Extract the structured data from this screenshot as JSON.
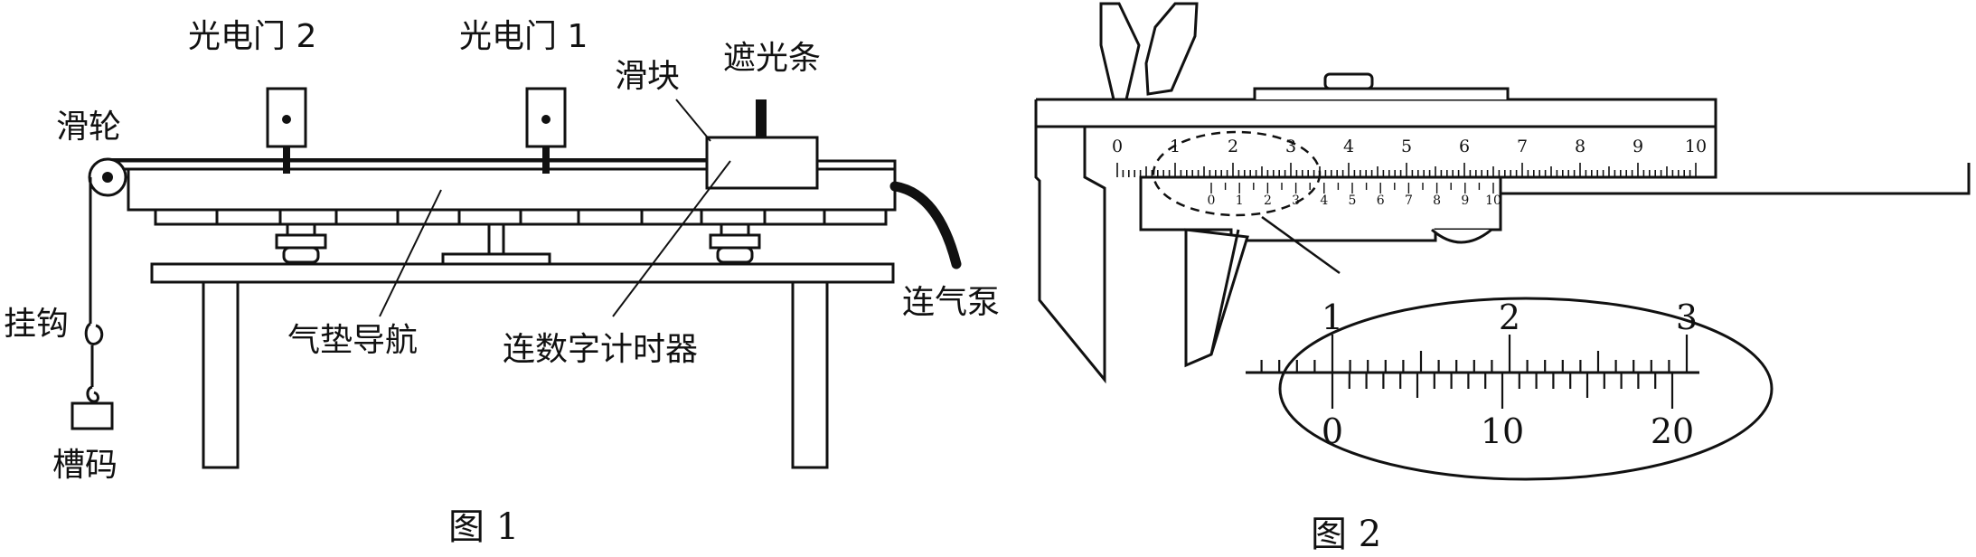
{
  "figure1": {
    "caption": "图 1",
    "labels": {
      "gate2": "光电门 2",
      "gate1": "光电门 1",
      "slider": "滑块",
      "shade": "遮光条",
      "pulley": "滑轮",
      "hook": "挂钩",
      "weight": "槽码",
      "track": "气垫导航",
      "timer": "连数字计时器",
      "pump": "连气泵"
    }
  },
  "figure2": {
    "caption": "图 2",
    "main_scale_labels": [
      "0",
      "1",
      "2",
      "3",
      "4",
      "5",
      "6",
      "7",
      "8",
      "9",
      "10"
    ],
    "vernier_scale_labels": [
      "0",
      "1",
      "2",
      "3",
      "4",
      "5",
      "6",
      "7",
      "8",
      "9",
      "10"
    ],
    "zoom_main_labels": [
      "1",
      "2",
      "3"
    ],
    "zoom_vernier_labels": [
      "0",
      "10",
      "20"
    ]
  },
  "colors": {
    "ink": "#111111",
    "background": "#ffffff"
  }
}
